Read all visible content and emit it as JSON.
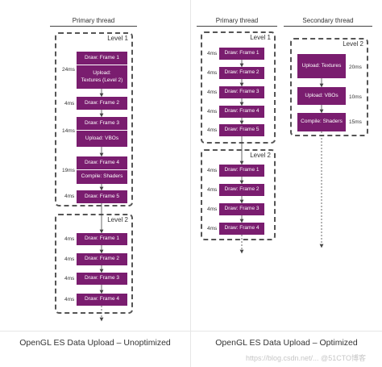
{
  "left_panel": {
    "thread_title": "Primary thread",
    "caption": "OpenGL ES Data Upload – Unoptimized",
    "level1": {
      "label": "Level 1",
      "frames": [
        {
          "label": "Draw: Frame 1",
          "ms": "24ms"
        },
        {
          "label": "Upload:\nTextures (Level 2)",
          "ms": ""
        },
        {
          "label": "Draw: Frame 2",
          "ms": "4ms"
        },
        {
          "label": "Draw: Frame 3",
          "ms": "14ms"
        },
        {
          "label": "Upload: VBOs",
          "ms": ""
        },
        {
          "label": "Draw: Frame 4",
          "ms": "19ms"
        },
        {
          "label": "Compile: Shaders",
          "ms": ""
        },
        {
          "label": "Draw: Frame 5",
          "ms": "4ms"
        }
      ]
    },
    "level2": {
      "label": "Level 2",
      "frames": [
        {
          "label": "Draw: Frame 1",
          "ms": "4ms"
        },
        {
          "label": "Draw: Frame 2",
          "ms": "4ms"
        },
        {
          "label": "Draw: Frame 3",
          "ms": "4ms"
        },
        {
          "label": "Draw: Frame 4",
          "ms": "4ms"
        }
      ]
    }
  },
  "right_panel": {
    "primary_title": "Primary thread",
    "secondary_title": "Secondary thread",
    "caption": "OpenGL ES Data Upload – Optimized",
    "level1": {
      "label": "Level 1",
      "frames": [
        {
          "label": "Draw: Frame 1",
          "ms": "4ms"
        },
        {
          "label": "Draw: Frame 2",
          "ms": "4ms"
        },
        {
          "label": "Draw: Frame 3",
          "ms": "4ms"
        },
        {
          "label": "Draw: Frame 4",
          "ms": "4ms"
        },
        {
          "label": "Draw: Frame 5",
          "ms": "4ms"
        }
      ]
    },
    "level2": {
      "label": "Level 2",
      "frames": [
        {
          "label": "Draw: Frame 1",
          "ms": "4ms"
        },
        {
          "label": "Draw: Frame 2",
          "ms": "4ms"
        },
        {
          "label": "Draw: Frame 3",
          "ms": "4ms"
        },
        {
          "label": "Draw: Frame 4",
          "ms": "4ms"
        }
      ]
    },
    "secondary": {
      "label": "Level 2",
      "frames": [
        {
          "label": "Upload: Textures",
          "ms": "20ms"
        },
        {
          "label": "Upload: VBOs",
          "ms": "10ms"
        },
        {
          "label": "Compile: Shaders",
          "ms": "15ms"
        }
      ]
    }
  },
  "watermark": "https://blog.csdn.net/... @51CTO博客",
  "colors": {
    "frame": "#7a1d6f",
    "line": "#444444"
  }
}
